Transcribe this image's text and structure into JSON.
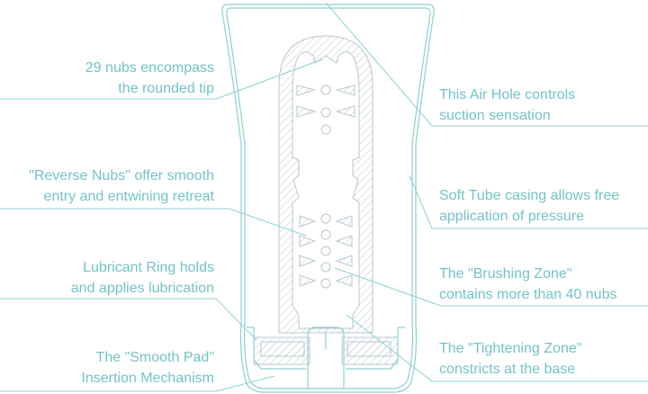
{
  "diagram": {
    "colors": {
      "label": "#74c3c6",
      "outline": "#8fcfd1",
      "hatch": "#b9c7cd"
    },
    "left_labels": [
      {
        "line1": "29 nubs encompass",
        "line2": "the rounded tip"
      },
      {
        "line1": "\"Reverse Nubs\" offer smooth",
        "line2": "entry and entwining retreat"
      },
      {
        "line1": "Lubricant Ring holds",
        "line2": "and applies lubrication"
      },
      {
        "line1": "The \"Smooth Pad\"",
        "line2": "Insertion Mechanism"
      }
    ],
    "right_labels": [
      {
        "line1": "This Air Hole controls",
        "line2": "suction sensation"
      },
      {
        "line1": "Soft Tube casing allows free",
        "line2": "application of pressure"
      },
      {
        "line1": "The \"Brushing Zone\"",
        "line2": "contains more than 40 nubs"
      },
      {
        "line1": "The \"Tightening Zone\"",
        "line2": "constricts at the base"
      }
    ]
  }
}
